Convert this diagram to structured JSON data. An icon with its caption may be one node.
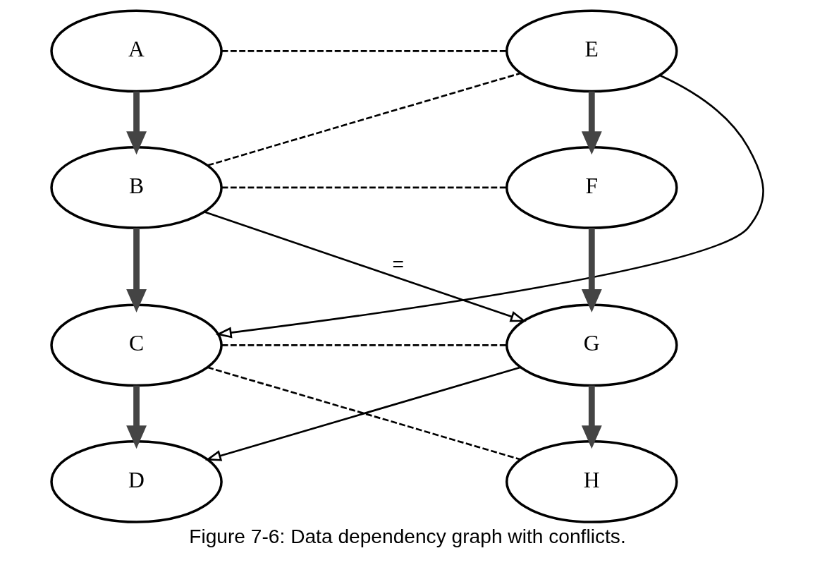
{
  "diagram": {
    "caption": "Figure 7-6: Data dependency graph with conflicts.",
    "nodes": [
      {
        "text": [
          "A"
        ]
      },
      {
        "text": [
          "E"
        ]
      },
      {
        "text": [
          "B"
        ]
      },
      {
        "text": [
          "F"
        ]
      },
      {
        "text": [
          "C"
        ]
      },
      {
        "text": [
          "G"
        ]
      },
      {
        "text": [
          "D"
        ]
      },
      {
        "text": [
          "H"
        ]
      }
    ],
    "edges": [
      {
        "from": 0,
        "to": 2,
        "arrow": "to",
        "style": "thick"
      },
      {
        "from": 2,
        "to": 4,
        "arrow": "to",
        "style": "thick"
      },
      {
        "from": 4,
        "to": 6,
        "arrow": "to",
        "style": "thick"
      },
      {
        "from": 1,
        "to": 3,
        "arrow": "to",
        "style": "thick"
      },
      {
        "from": 3,
        "to": 5,
        "arrow": "to",
        "style": "thick"
      },
      {
        "from": 5,
        "to": 7,
        "arrow": "to",
        "style": "thick"
      },
      {
        "from": 0,
        "to": 1,
        "arrow": "none",
        "style": "dashed"
      },
      {
        "from": 2,
        "to": 1,
        "arrow": "none",
        "style": "dashed"
      },
      {
        "from": 2,
        "to": 3,
        "arrow": "none",
        "style": "dashed"
      },
      {
        "from": 4,
        "to": 5,
        "arrow": "none",
        "style": "dashed"
      },
      {
        "from": 4,
        "to": 7,
        "arrow": "none",
        "style": "dashed"
      },
      {
        "from": 1,
        "to": 4,
        "arrow": "to"
      },
      {
        "from": 2,
        "to": 5,
        "arrow": "to",
        "label": "="
      },
      {
        "from": 5,
        "to": 6,
        "arrow": "to"
      }
    ]
  }
}
